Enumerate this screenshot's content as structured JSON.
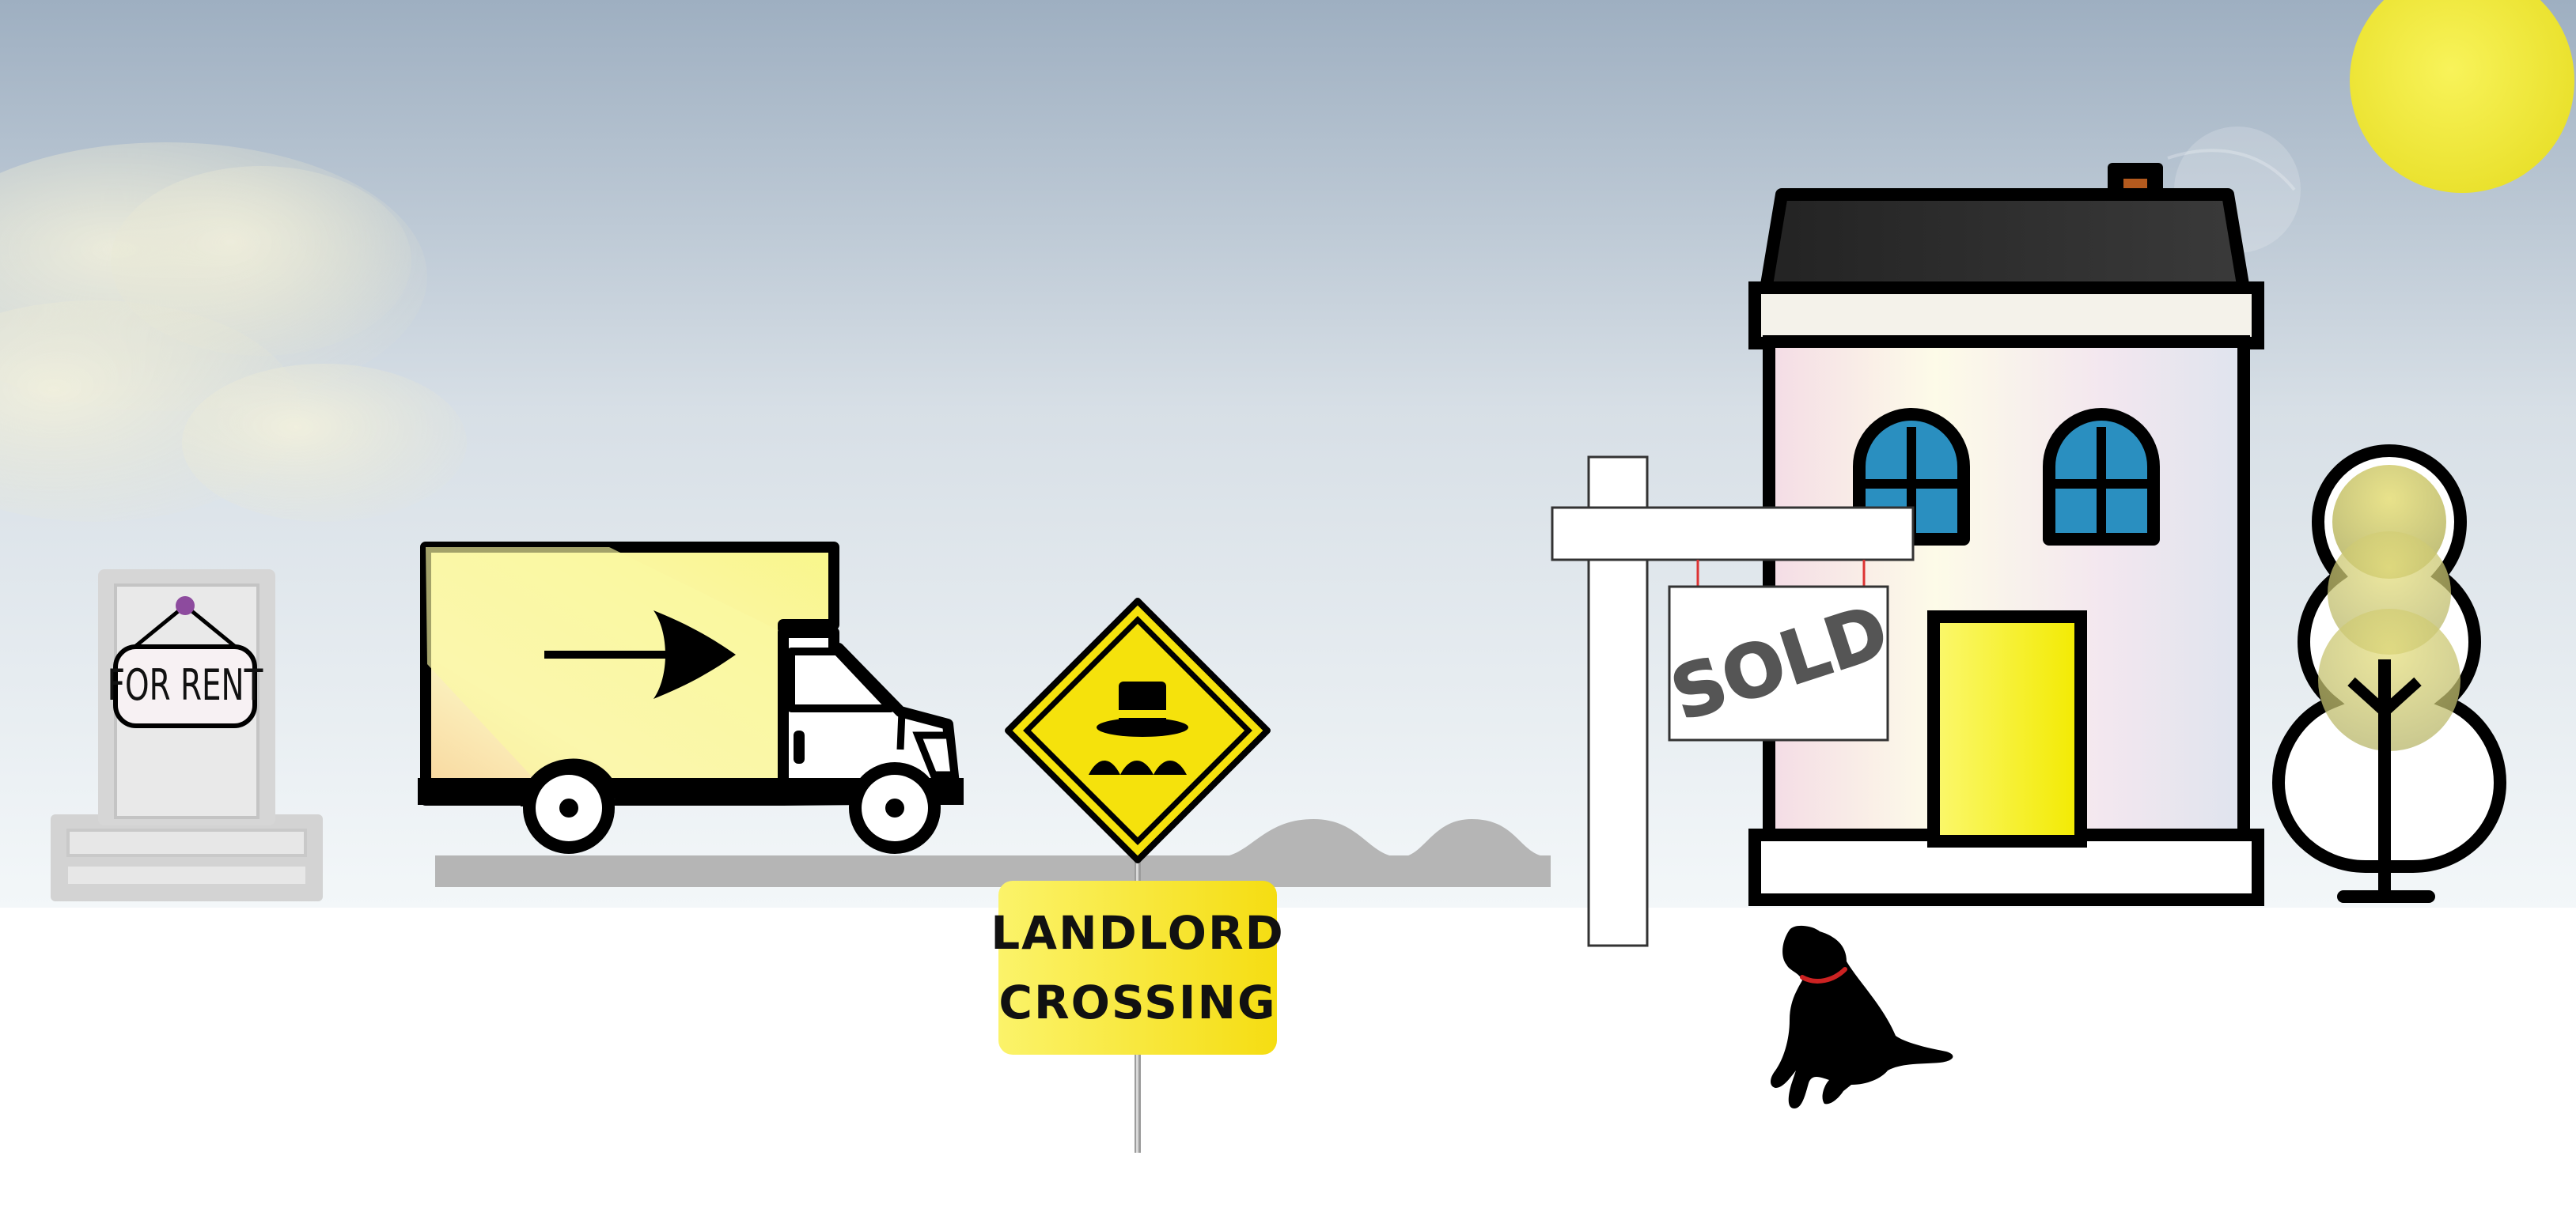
{
  "for_rent_sign": {
    "text": "FOR RENT"
  },
  "sold_sign": {
    "text": "SOLD"
  },
  "crossing_sign": {
    "line1": "LANDLORD",
    "line2": "CROSSING"
  },
  "icons": {
    "sun": "sun-icon",
    "cloud": "cloud-icon",
    "truck": "moving-truck-icon",
    "truck_arrow": "right-arrow-icon",
    "warning_sign": "top-hat-warning-icon",
    "house": "house-icon",
    "tree": "tree-icon",
    "dog": "dog-silhouette-icon",
    "tombstone": "for-rent-monument-icon"
  },
  "colors": {
    "sky_top": "#9fb0c2",
    "sky_bottom": "#f4f8fa",
    "ground": "#ffffff",
    "sun": "#f0ec3a",
    "road": "#b5b5b5",
    "outline": "#000000",
    "window_glass": "#2a8fc0",
    "door": "#f7f200",
    "sign_yellow": "#f7e81a",
    "chimney": "#b45a1e",
    "roof": "#262626",
    "collar": "#cc2222"
  }
}
